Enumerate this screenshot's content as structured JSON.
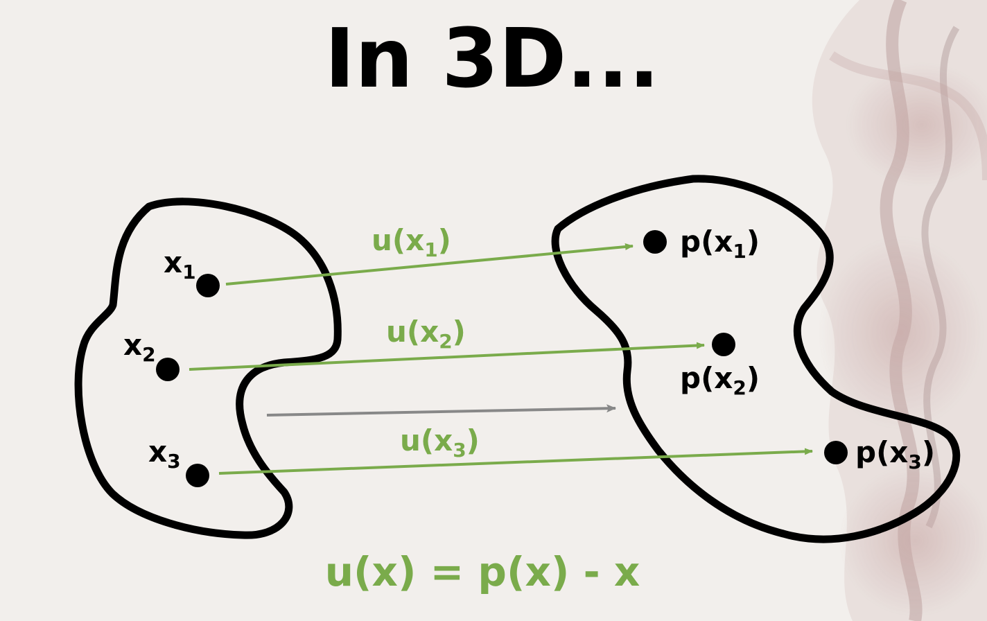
{
  "title": "In 3D...",
  "left_points": [
    {
      "base": "x",
      "sub": "1"
    },
    {
      "base": "x",
      "sub": "2"
    },
    {
      "base": "x",
      "sub": "3"
    }
  ],
  "right_points": [
    {
      "pre": "p(x",
      "sub": "1",
      "post": ")"
    },
    {
      "pre": "p(x",
      "sub": "2",
      "post": ")"
    },
    {
      "pre": "p(x",
      "sub": "3",
      "post": ")"
    }
  ],
  "arrow_labels": [
    {
      "pre": "u(x",
      "sub": "1",
      "post": ")"
    },
    {
      "pre": "u(x",
      "sub": "2",
      "post": ")"
    },
    {
      "pre": "u(x",
      "sub": "3",
      "post": ")"
    }
  ],
  "formula": "u(x) = p(x) - x",
  "colors": {
    "background": "#f2efec",
    "displacement_arrow": "#7aab4b",
    "translation_arrow": "#888888",
    "outline": "#000000"
  }
}
